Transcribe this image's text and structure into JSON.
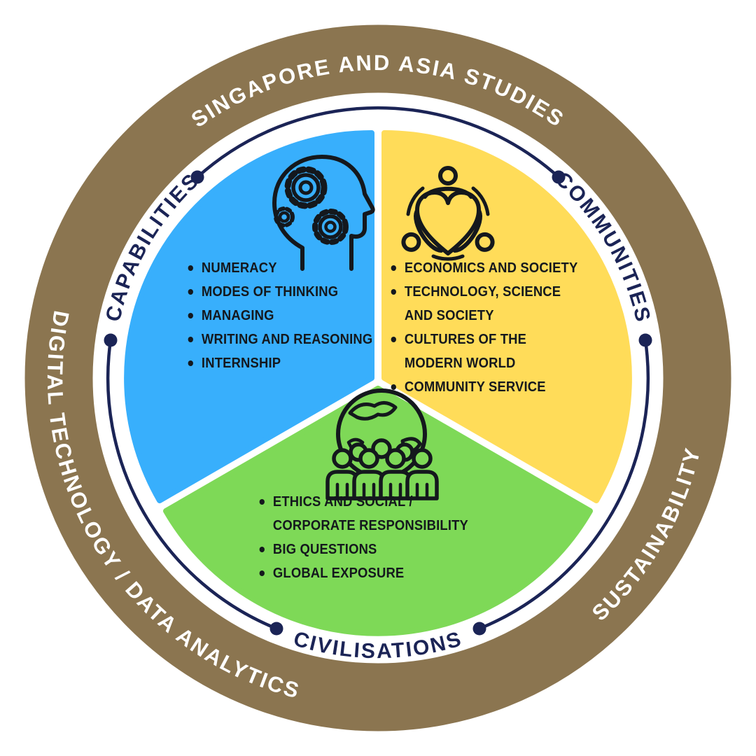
{
  "outer_ring": {
    "color": "#8B7550",
    "label_color": "#FFFFFF",
    "top_label": "SINGAPORE AND ASIA STUDIES",
    "left_label": "DIGITAL TECHNOLOGY / DATA ANALYTICS",
    "right_label": "SUSTAINABILITY"
  },
  "pillar_labels": {
    "color": "#1B2456",
    "left": "CAPABILITIES",
    "right": "COMMUNITIES",
    "bottom": "CIVILISATIONS"
  },
  "segments": {
    "capabilities": {
      "color": "#38AFFC",
      "icon": "head-with-gears",
      "items": [
        "NUMERACY",
        "MODES OF THINKING",
        "MANAGING",
        "WRITING AND REASONING",
        "INTERNSHIP"
      ]
    },
    "communities": {
      "color": "#FFDC59",
      "icon": "people-around-heart",
      "items": [
        "ECONOMICS AND SOCIETY",
        "TECHNOLOGY, SCIENCE AND SOCIETY",
        "CULTURES OF THE MODERN WORLD",
        "COMMUNITY SERVICE"
      ]
    },
    "civilisations": {
      "color": "#7ED957",
      "icon": "globe-with-people",
      "items": [
        "ETHICS AND SOCIAL / CORPORATE RESPONSIBILITY",
        "BIG QUESTIONS",
        "GLOBAL EXPOSURE"
      ]
    }
  },
  "list_text_color": "#14181D",
  "icon_stroke_color": "#14181D"
}
